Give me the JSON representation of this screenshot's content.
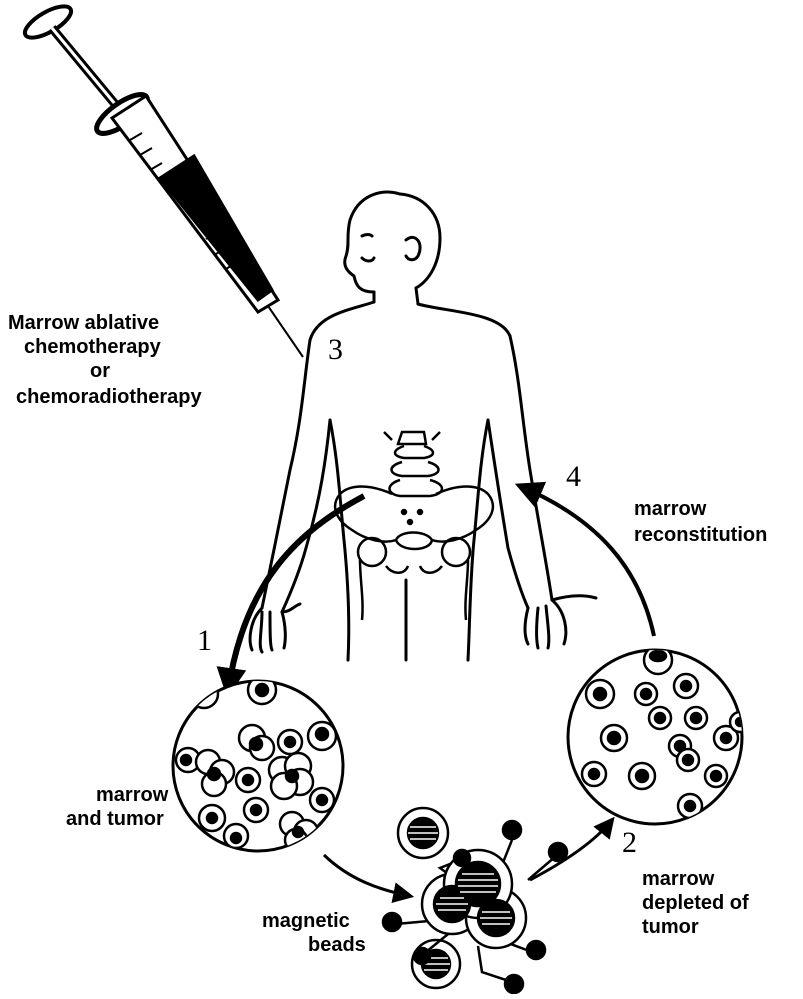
{
  "colors": {
    "ink": "#000000",
    "paper": "#ffffff"
  },
  "icons": [
    "syringe-icon",
    "human-figure-icon",
    "spine-icon",
    "pelvis-icon",
    "magnet-bead-icon"
  ],
  "steps": [
    {
      "number": "1"
    },
    {
      "number": "2"
    },
    {
      "number": "3"
    },
    {
      "number": "4"
    }
  ],
  "labels": {
    "step3": [
      "Marrow ablative",
      "chemotherapy",
      "or",
      "chemoradiotherapy"
    ],
    "step4": [
      "marrow",
      "reconstitution"
    ],
    "marrow_and_tumor": [
      "marrow",
      "and tumor"
    ],
    "magnetic_beads": [
      "magnetic",
      "beads"
    ],
    "marrow_depleted": [
      "marrow",
      "depleted of",
      "tumor"
    ]
  }
}
